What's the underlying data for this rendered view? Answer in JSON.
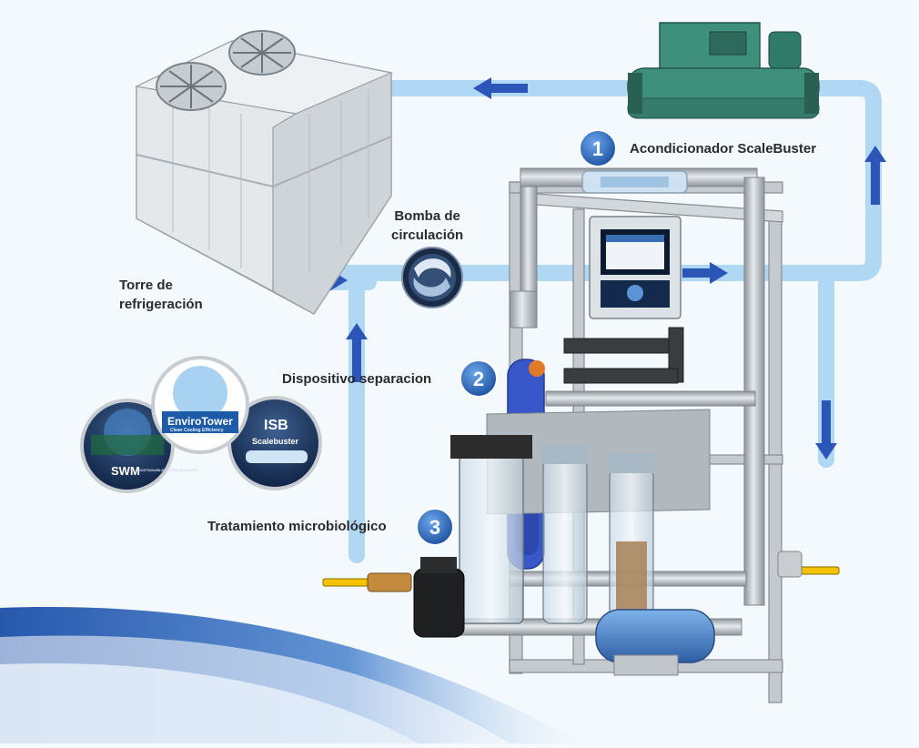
{
  "labels": {
    "tower": [
      "Torre de",
      "refrigeración"
    ],
    "pump": [
      "Bomba de",
      "circulación"
    ],
    "scalebuster": "Acondicionador ScaleBuster",
    "separator": "Dispositivo separacion",
    "micro": "Tratamiento microbiológico"
  },
  "badges": [
    "1",
    "2",
    "3"
  ],
  "logos": {
    "envirotower": "EnviroTower",
    "envirotower_tagline": "Clean Cooling Efficiency",
    "isb": "ISB",
    "isb_sub": "Scalebuster",
    "swm": "SWM",
    "swm_sub": "SUSTAINABLE WATER MANAGER"
  },
  "colors": {
    "pipe_water": "#a9d4f3",
    "arrow": "#2c55b8",
    "badge": "#1f5fb0"
  }
}
